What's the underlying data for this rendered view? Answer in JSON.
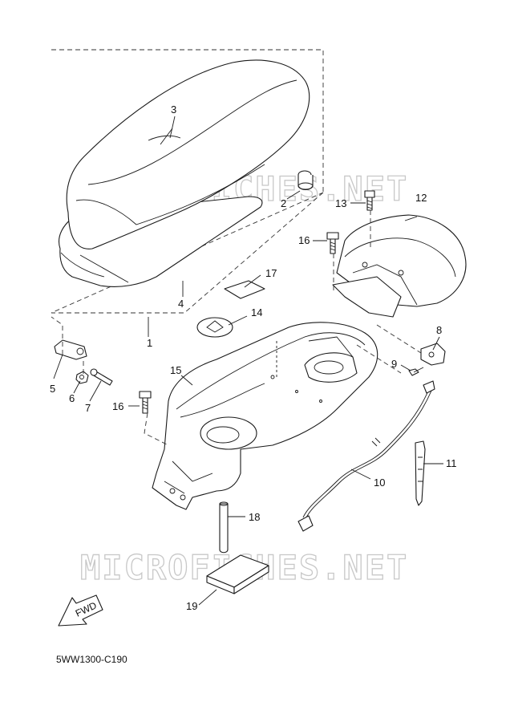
{
  "diagram": {
    "watermark": "MICROFICHES.NET",
    "figure_code": "5WW1300-C190",
    "fwd_label": "FWD",
    "callouts": {
      "c1": "1",
      "c2": "2",
      "c3": "3",
      "c4": "4",
      "c5": "5",
      "c6": "6",
      "c7": "7",
      "c8": "8",
      "c9": "9",
      "c10": "10",
      "c11": "11",
      "c12": "12",
      "c13": "13",
      "c14": "14",
      "c15": "15",
      "c16a": "16",
      "c16b": "16",
      "c17": "17",
      "c18": "18",
      "c19": "19"
    }
  }
}
